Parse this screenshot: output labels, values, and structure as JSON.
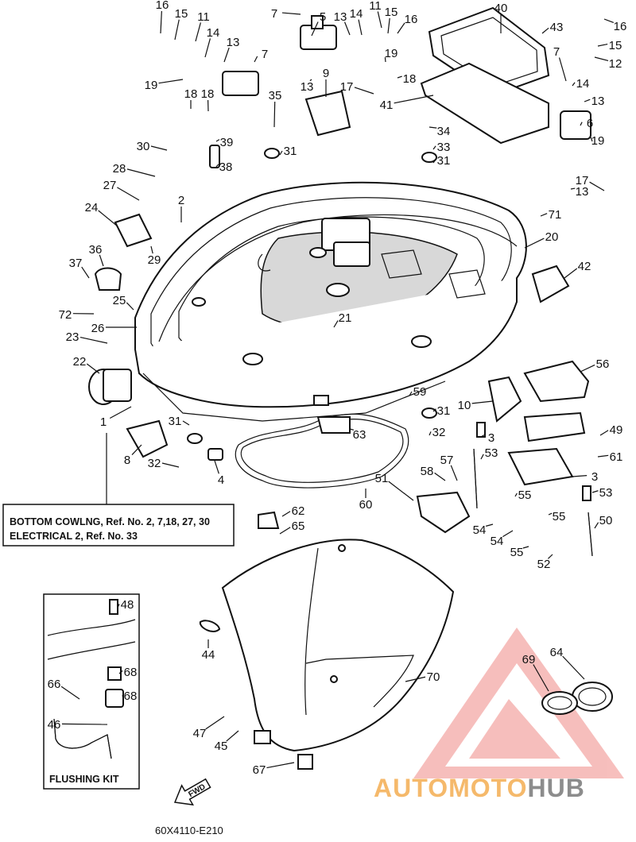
{
  "diagram": {
    "part_numbers": [
      "16",
      "15",
      "11",
      "14",
      "13",
      "7",
      "5",
      "13",
      "14",
      "11",
      "15",
      "16",
      "40",
      "43",
      "16",
      "15",
      "12",
      "19",
      "18",
      "13",
      "7",
      "9",
      "19",
      "17",
      "18",
      "41",
      "7",
      "14",
      "13",
      "6",
      "19",
      "17",
      "13",
      "35",
      "34",
      "33",
      "31",
      "18",
      "39",
      "30",
      "38",
      "31",
      "28",
      "27",
      "2",
      "24",
      "29",
      "36",
      "37",
      "25",
      "72",
      "26",
      "23",
      "22",
      "1",
      "21",
      "71",
      "20",
      "42",
      "59",
      "31",
      "10",
      "56",
      "8",
      "31",
      "32",
      "4",
      "32",
      "3",
      "53",
      "57",
      "58",
      "63",
      "60",
      "51",
      "55",
      "55",
      "54",
      "54",
      "55",
      "52",
      "3",
      "53",
      "50",
      "49",
      "61",
      "62",
      "65",
      "48",
      "44",
      "70",
      "69",
      "64",
      "68",
      "66",
      "68",
      "46",
      "47",
      "45",
      "67"
    ],
    "legend_box": {
      "line1": "BOTTOM COWLNG, Ref. No. 2, 7,18, 27, 30",
      "line2": "ELECTRICAL 2,  Ref. No. 33"
    },
    "inset_label": "FLUSHING KIT",
    "fwd_label": "FWD",
    "drawing_code": "60X4110-E210",
    "watermark_brand": "AUTOMOTOHUB"
  },
  "colors": {
    "line": "#111111",
    "watermark_red": "#e8302a",
    "watermark_orange": "#f2a23a",
    "watermark_gray": "#666666"
  }
}
